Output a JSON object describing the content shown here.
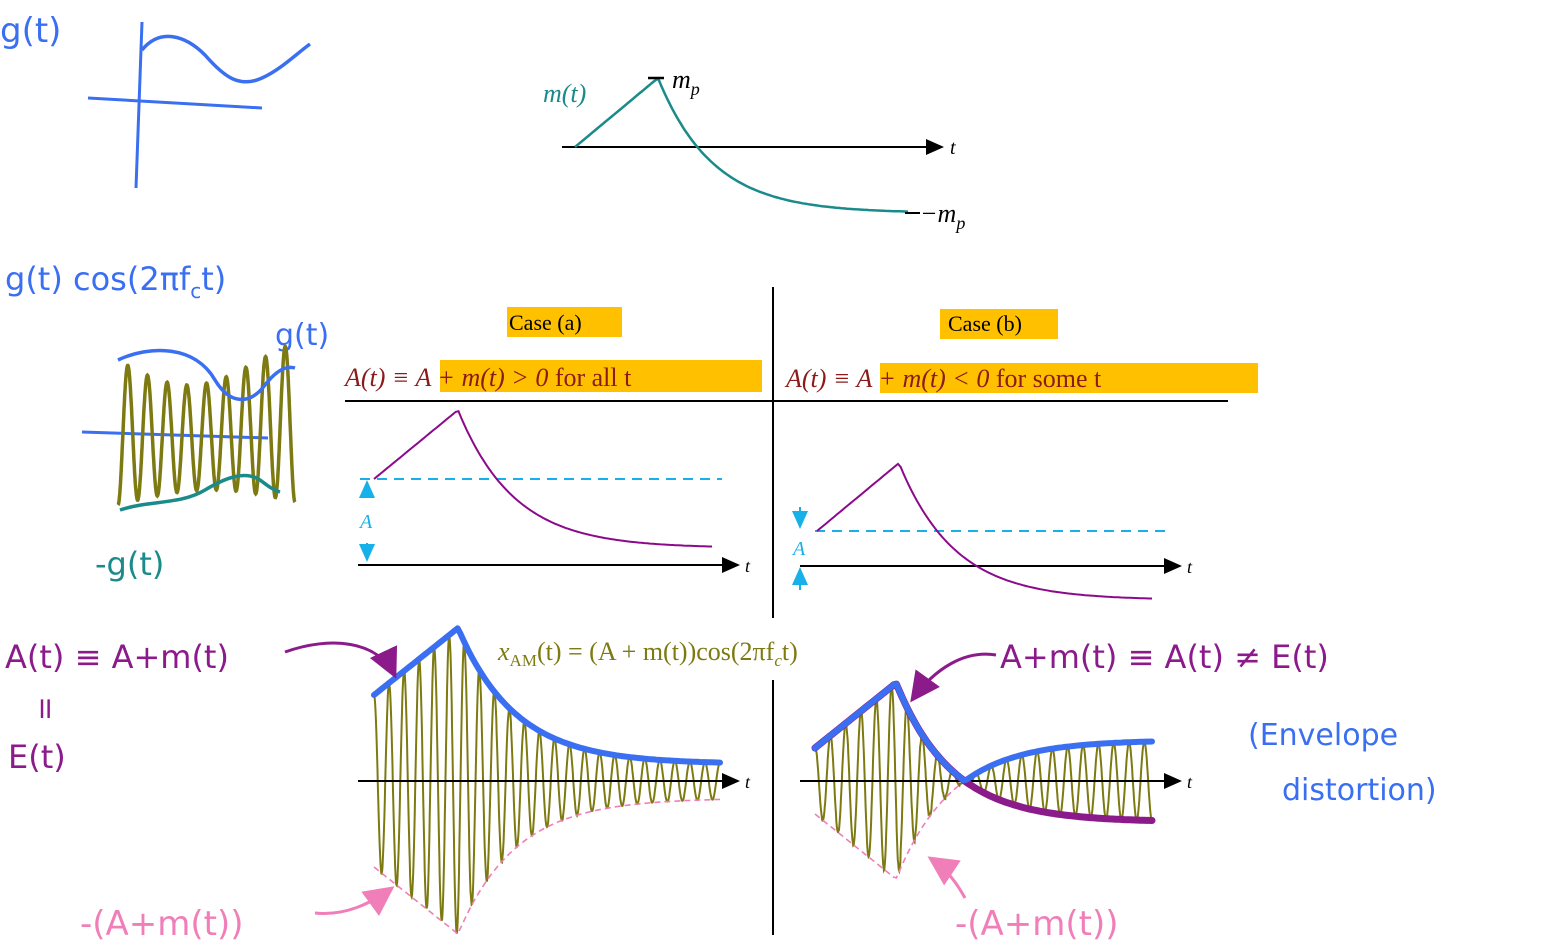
{
  "colors": {
    "blue": "#3b6ff2",
    "teal": "#1a8a8a",
    "olive": "#7d7a12",
    "purple": "#8b0a8b",
    "pink": "#f07eb8",
    "cyan": "#17b0e8",
    "highlight": "#ffc000",
    "darkred": "#8b1a1a",
    "black": "#000000",
    "handpurple": "#8b1a8b"
  },
  "sketch": {
    "g_label": "g(t)",
    "product_label": "g(t) cos(2πf",
    "product_sub": "c",
    "product_tail": "t)",
    "env_top_label": "g(t)",
    "env_bottom_label": "-g(t)"
  },
  "message": {
    "label": "m(t)",
    "peak": "m",
    "peak_sub": "p",
    "trough": "−m",
    "trough_sub": "p",
    "axis": "t"
  },
  "case_a": {
    "title": "Case (a)",
    "cond_prefix": "A(t) ≡ ",
    "cond_hl": "A + m(t) > 0",
    "cond_suffix": "  for all t",
    "amp_label": "A",
    "axis": "t"
  },
  "case_b": {
    "title": "Case (b)",
    "cond_prefix": "A(t) ≡ ",
    "cond_hl": "A + m(t) < 0",
    "cond_suffix": "  for some t",
    "amp_label": "A",
    "axis": "t"
  },
  "am": {
    "formula_x": "x",
    "formula_sub": "AM",
    "formula_rest": "(t) = (A + m(t))cos(2πf",
    "formula_sub2": "c",
    "formula_end": "t)",
    "axis_a": "t",
    "axis_b": "t"
  },
  "annotations": {
    "left_eq": "A(t) ≡  A+m(t)",
    "left_equal_sign": "॥",
    "left_envelope": "E(t)",
    "neg_left": "-(A+m(t))",
    "right_eq": "A+m(t) ≡ A(t) ≠ E(t)",
    "right_note_1": "(Envelope",
    "right_note_2": "distortion)",
    "neg_right": "-(A+m(t))"
  }
}
